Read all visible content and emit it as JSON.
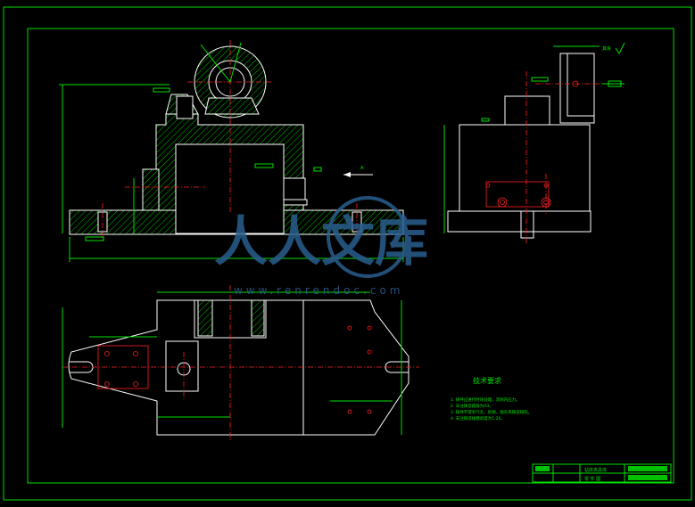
{
  "drawing": {
    "tech_title": "技术要求",
    "tech_notes": [
      "1. 铸件应进行时效处理，消除内应力。",
      "2. 未注铸造圆角为R3。",
      "3. 铸件不得有气孔、砂眼、缩孔等铸造缺陷。",
      "4. 未注铸造拔模斜度为1:20。"
    ],
    "section_mark": "A",
    "roughness_note": "其余",
    "title_block": {
      "name": "钻床夹具体",
      "sub": "零 件 图"
    }
  },
  "watermark": {
    "text_cn": "人人文库",
    "url": "www.renrendoc.com"
  },
  "colors": {
    "background": "#000000",
    "frame": "#00e000",
    "outline": "#ffffff",
    "centerline": "#ff2020",
    "watermark": "#2a5f8f"
  }
}
